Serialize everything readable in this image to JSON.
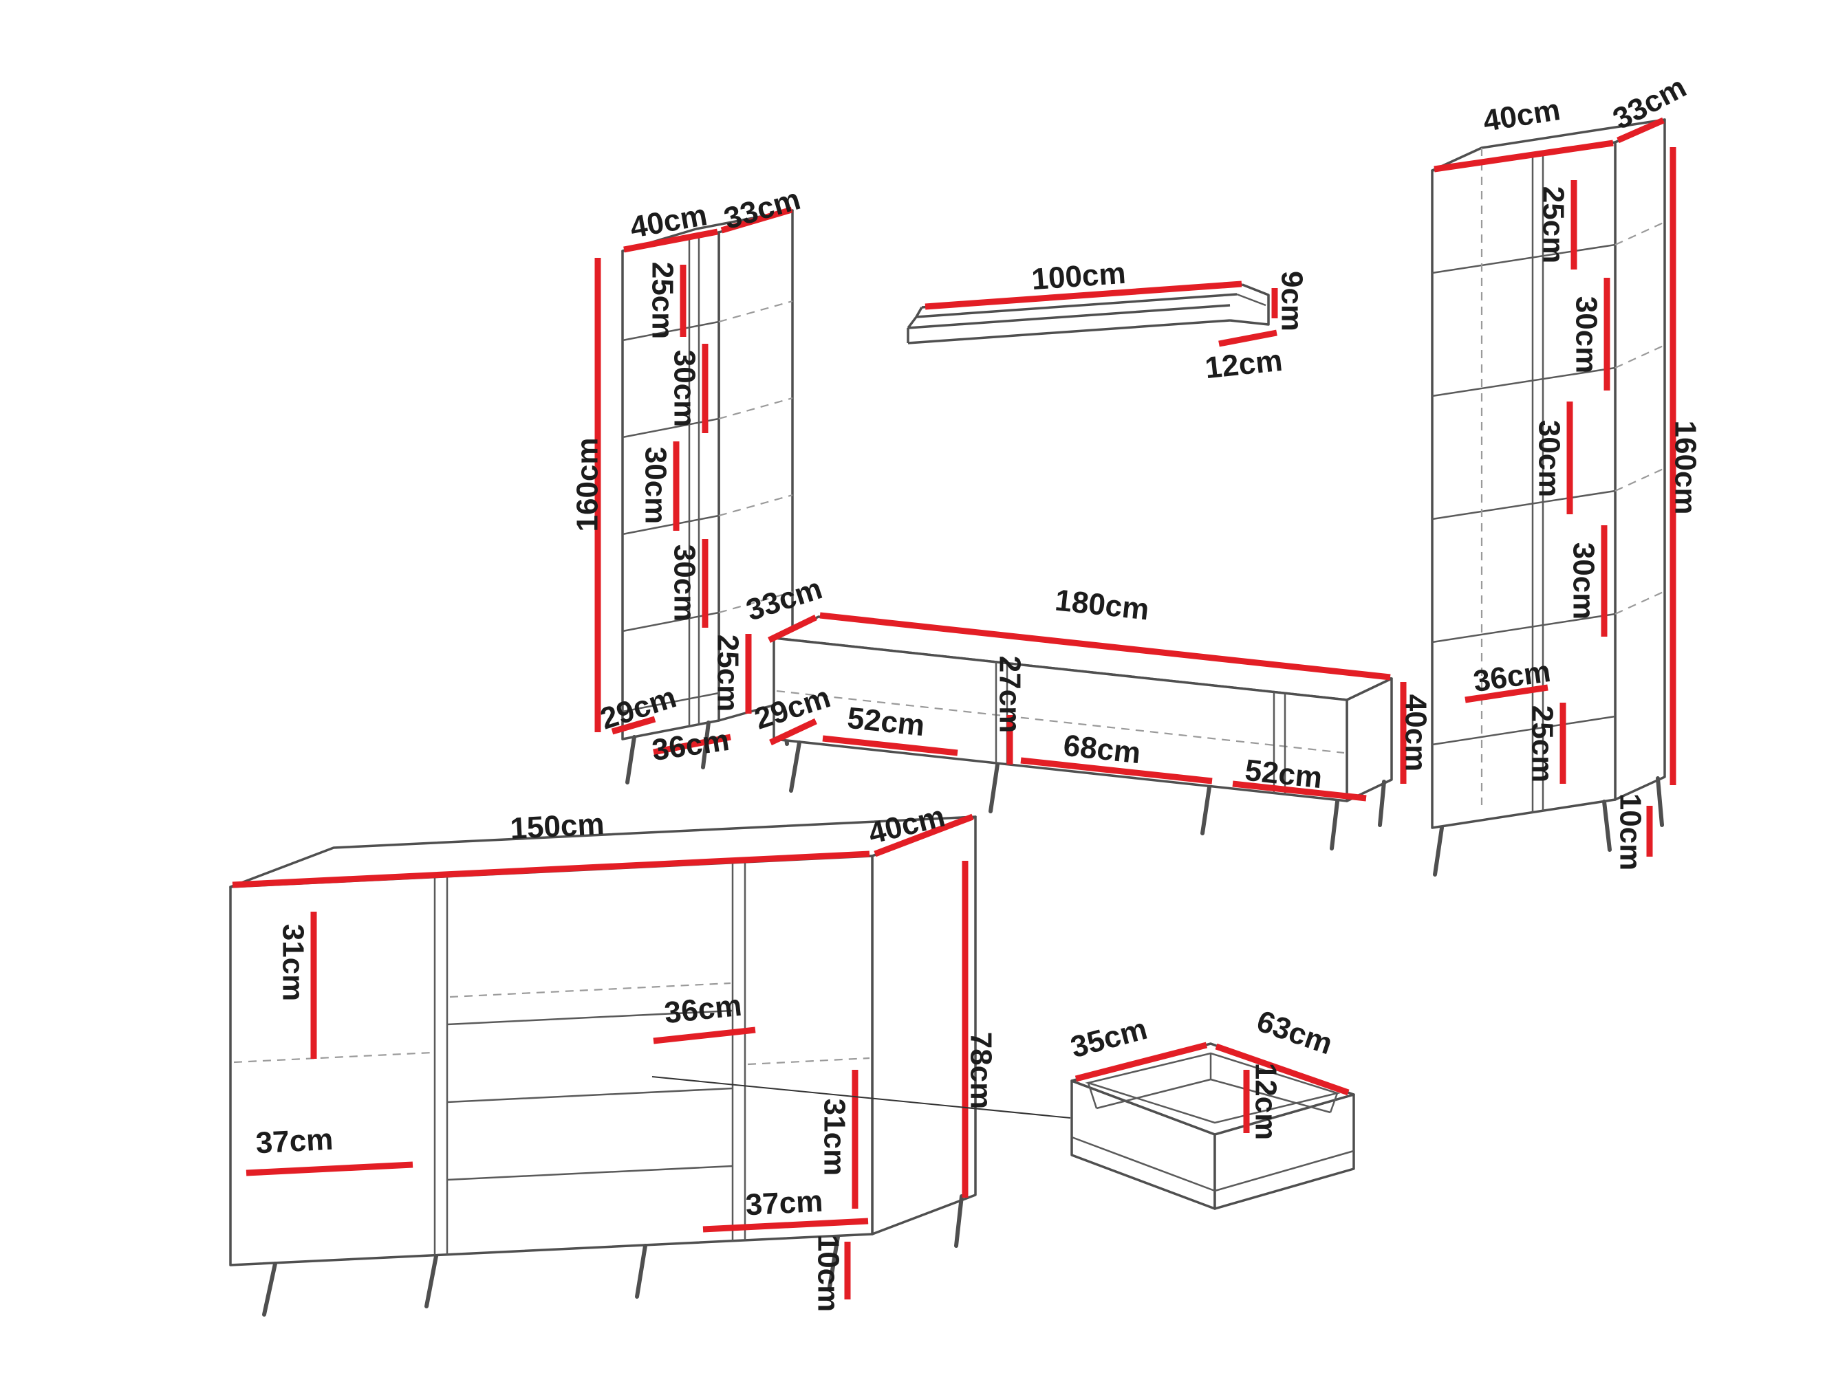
{
  "cabinet_left": {
    "width": "40cm",
    "depth": "33cm",
    "height": "160cm",
    "sections": [
      "25cm",
      "30cm",
      "30cm",
      "30cm",
      "25cm"
    ],
    "base_depth": "29cm",
    "base_width": "36cm"
  },
  "wall_shelf": {
    "length": "100cm",
    "height": "9cm",
    "depth": "12cm"
  },
  "cabinet_right": {
    "width": "40cm",
    "depth": "33cm",
    "height": "160cm",
    "sections": [
      "25cm",
      "30cm",
      "30cm",
      "30cm"
    ],
    "shelf_width": "36cm",
    "bottom_section": "25cm",
    "leg_height": "10cm"
  },
  "tv_stand": {
    "depth": "33cm",
    "width": "180cm",
    "base_depth": "29cm",
    "left_door": "52cm",
    "inner_height": "27cm",
    "middle_section": "68cm",
    "right_door": "52cm",
    "height": "40cm"
  },
  "sideboard": {
    "width": "150cm",
    "depth": "40cm",
    "left_inner_height": "31cm",
    "shelf_width": "36cm",
    "height": "78cm",
    "left_door": "37cm",
    "right_inner_height": "31cm",
    "right_door": "37cm",
    "leg_height": "10cm"
  },
  "drawer": {
    "depth": "35cm",
    "width": "63cm",
    "height": "12cm"
  }
}
